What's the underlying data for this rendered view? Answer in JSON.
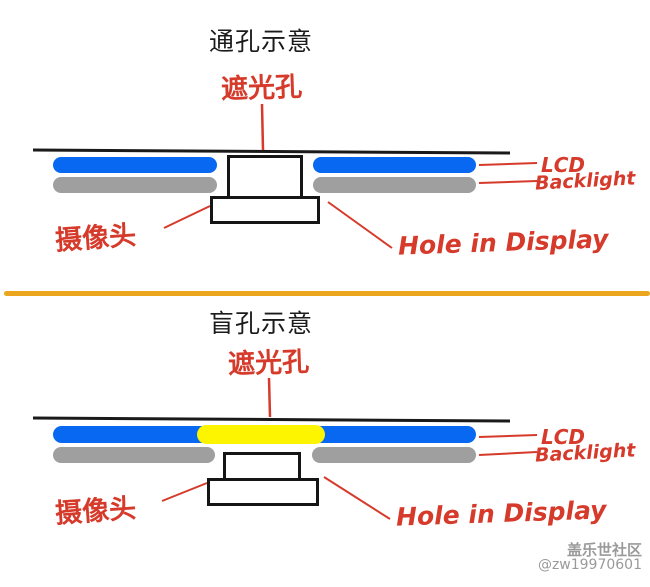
{
  "colors": {
    "blue": "#0968f2",
    "gray": "#9f9f9f",
    "yellow": "#fdf500",
    "orange": "#eca61e",
    "red": "#d63a2b",
    "wm": "#9a9a9a"
  },
  "sections": {
    "top": {
      "title": "通孔示意",
      "shade_hole_label": "遮光孔",
      "camera_label": "摄像头",
      "lcd_label": "LCD",
      "backlight_label": "Backlight",
      "hole_label": "Hole in Display"
    },
    "bottom": {
      "title": "盲孔示意",
      "shade_hole_label": "遮光孔",
      "camera_label": "摄像头",
      "lcd_label": "LCD",
      "backlight_label": "Backlight",
      "hole_label": "Hole in Display"
    }
  },
  "watermark": {
    "community": "盖乐世社区",
    "handle": "@zw19970601"
  }
}
